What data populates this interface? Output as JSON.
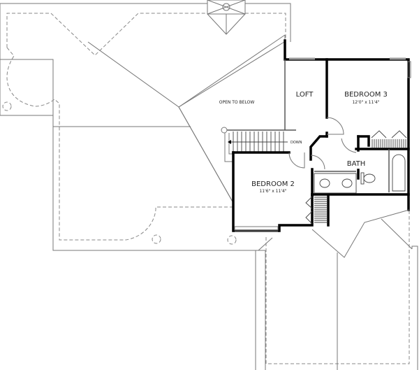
{
  "plan": {
    "title": "Second Floor Plan",
    "rooms": [
      {
        "name": "LOFT",
        "dims": ""
      },
      {
        "name": "BEDROOM 3",
        "dims": "12'0\" x 11'4\""
      },
      {
        "name": "BEDROOM 2",
        "dims": "11'6\" x 11'4\""
      },
      {
        "name": "BATH",
        "dims": ""
      }
    ],
    "labels": {
      "open_to_below": "OPEN TO BELOW",
      "stair_direction": "DOWN"
    }
  },
  "colors": {
    "wall": "#000000",
    "outline": "#777777",
    "window": "#999999"
  }
}
